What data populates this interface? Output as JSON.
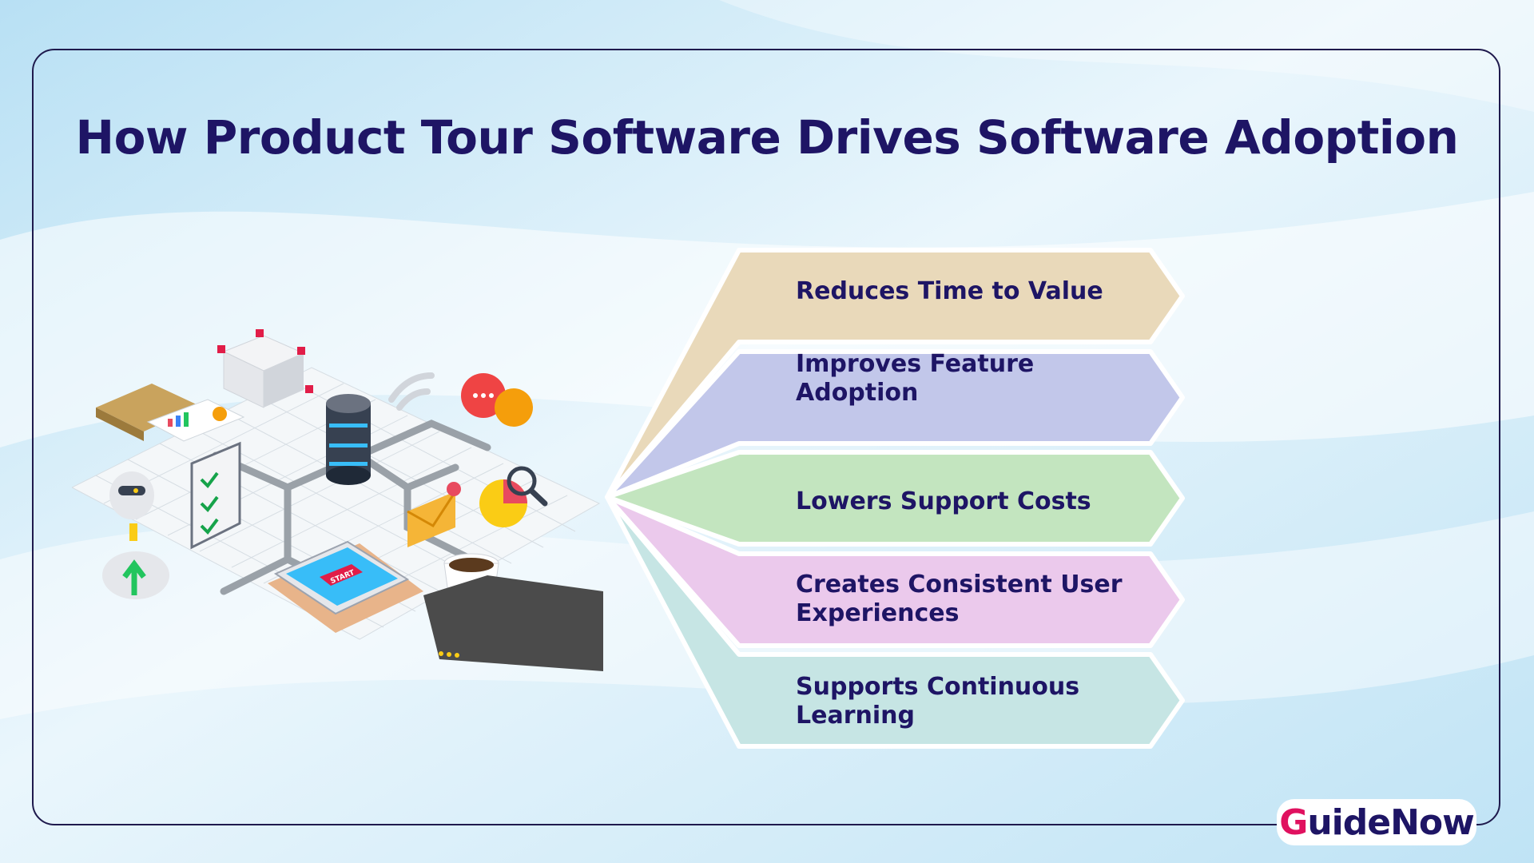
{
  "title": "How Product Tour Software Drives Software Adoption",
  "steps": [
    {
      "label": "Reduces Time to Value",
      "color": "#e9d9ba"
    },
    {
      "label": "Improves Feature Adoption",
      "color": "#c2c7ea"
    },
    {
      "label": "Lowers Support Costs",
      "color": "#c3e5bf"
    },
    {
      "label": "Creates Consistent User Experiences",
      "color": "#ebc9ec"
    },
    {
      "label": "Supports Continuous Learning",
      "color": "#c6e5e4"
    }
  ],
  "illustration": {
    "phone_button": "START"
  },
  "logo": {
    "first_letter": "G",
    "rest": "uideNow"
  },
  "colors": {
    "title": "#1e1565",
    "frame": "#1f1a4d",
    "logo_accent": "#e0115f"
  }
}
